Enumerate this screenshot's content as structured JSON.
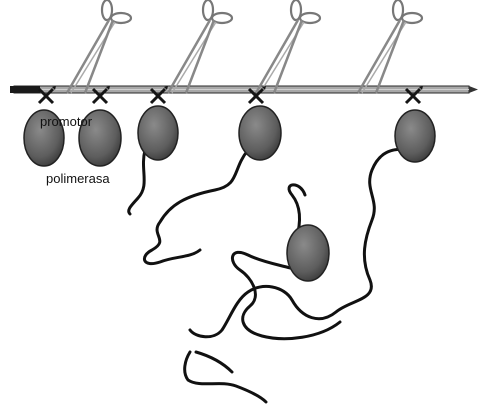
{
  "labels": {
    "promoter": "promotor",
    "polymerase": "polimerasa"
  },
  "colors": {
    "dna_strand": "#a8a8a8",
    "polymerase": "#6a6a6a",
    "rna": "#111111",
    "marker": "#151515",
    "scissors": "#777777"
  },
  "icons": {
    "scissors": "scissors-icon",
    "cut_marker": "x-arrow-marker"
  }
}
